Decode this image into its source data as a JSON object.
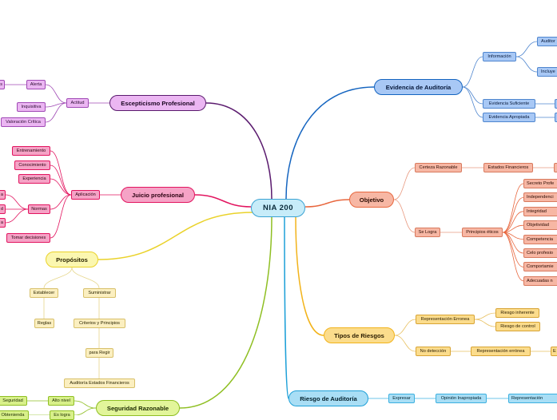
{
  "center": {
    "label": "NIA 200"
  },
  "colors": {
    "center": "#c7ecf9",
    "escepticismo": "#5a1a6e",
    "juicio": "#e2145f",
    "propositos": "#ead22a",
    "seguridad": "#8fbf23",
    "evidencia": "#1565c0",
    "objetivo": "#e8673e",
    "riesgos": "#f2b31a",
    "riesgo": "#1ea0d8"
  },
  "left": {
    "escepticismo": {
      "label": "Escepticismo Profesional",
      "actitud": "Actitud",
      "alerta": "Alerta",
      "alerta_child": "s",
      "inquisitiva": "Inquisitiva",
      "valoracion": "Valoración Crítica"
    },
    "juicio": {
      "label": "Juicio profesional",
      "aplicacion": "Aplicación",
      "entrenamiento": "Entrenamiento",
      "conocimiento": "Conocimiento",
      "experiencia": "Experiencia",
      "normas": "Normas",
      "normas_children": [
        "a",
        "d",
        "a"
      ],
      "tomar": "Tomar decisiones"
    },
    "propositos": {
      "label": "Propósitos",
      "establecer": "Establecer",
      "reglas": "Reglas",
      "suministrar": "Suministrar",
      "criterios": "Criterios y Principios",
      "para_regir": "para Regir",
      "auditoria": "Auditoría Estados Financieros"
    },
    "seguridad": {
      "label": "Seguridad Razonable",
      "alto": "Alto nivel",
      "alto_child": "Seguridad",
      "es_logra": "Es logra",
      "es_logra_child": "Obtenienda"
    }
  },
  "right": {
    "evidencia": {
      "label": "Evidencia de Auditoría",
      "informacion": "Información",
      "info_child1": "Auditor",
      "info_child2": "Incluye",
      "suficiente": "Evidencia Suficiente",
      "apropiada": "Evidencia Apropiada"
    },
    "objetivo": {
      "label": "Objetivo",
      "certeza": "Certeza Razonable",
      "estados": "Estados Financieros",
      "se_logra": "Se Logra",
      "principios": "Principios éticos",
      "principios_items": [
        "Secreto Profe",
        "Independenci",
        "Integridad",
        "Objetividad",
        "Competencia",
        "Celo profesio",
        "Comportamie",
        "Adecuadas n"
      ]
    },
    "riesgos": {
      "label": "Tipos de Riesgos",
      "representacion": "Representación Erronea",
      "inherente": "Riesgo inherente",
      "control": "Riesgo de control",
      "deteccion": "No detección",
      "rep_erronea": "Representación errónea",
      "rep_child": "E"
    },
    "riesgo": {
      "label": "Riesgo de Auditoría",
      "expresar": "Expresar",
      "opinion": "Opinión Inapropiada",
      "representacion": "Representación"
    }
  }
}
